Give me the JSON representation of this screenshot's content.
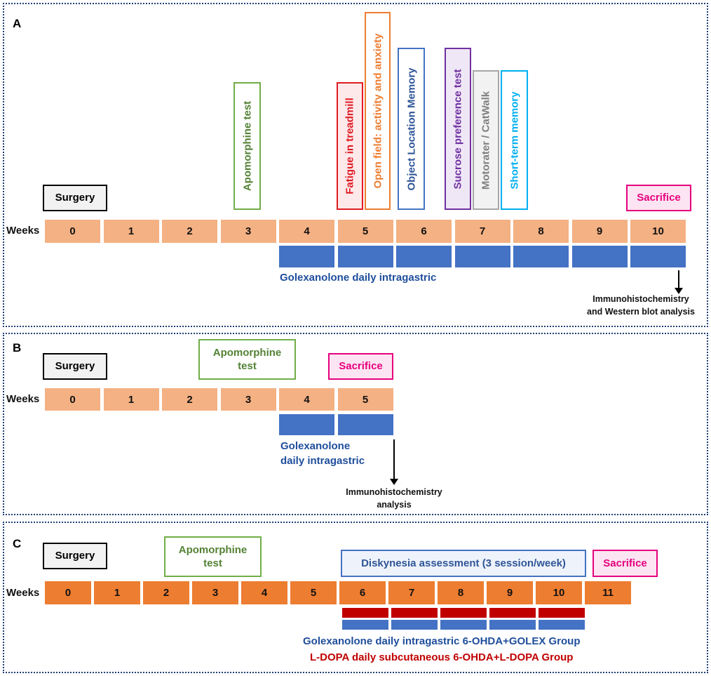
{
  "colors": {
    "week_light": "#f4b183",
    "week_dark": "#ed7d31",
    "golex_blue": "#4472c4",
    "ldopa_red": "#c00000",
    "panel_border": "#1f3f75"
  },
  "panel_a": {
    "letter": "A",
    "weeks_label": "Weeks",
    "weeks": [
      "0",
      "1",
      "2",
      "3",
      "4",
      "5",
      "6",
      "7",
      "8",
      "9",
      "10"
    ],
    "surgery": "Surgery",
    "apomorphine": "Apomorphine test",
    "fatigue": "Fatigue in treadmill",
    "open_field": "Open field: activity and anxiety",
    "object_location": "Object Location Memory",
    "sucrose": "Sucrose preference test",
    "motorater": "Motorater / CatWalk",
    "short_term": "Short-term memory",
    "sacrifice": "Sacrifice",
    "golex": "Golexanolone daily intragastric",
    "analysis_line1": "Immunohistochemistry",
    "analysis_line2": "and Western blot analysis"
  },
  "panel_b": {
    "letter": "B",
    "weeks_label": "Weeks",
    "weeks": [
      "0",
      "1",
      "2",
      "3",
      "4",
      "5"
    ],
    "surgery": "Surgery",
    "apomorphine_line1": "Apomorphine",
    "apomorphine_line2": "test",
    "sacrifice": "Sacrifice",
    "golex_line1": "Golexanolone",
    "golex_line2": "daily intragastric",
    "analysis_line1": "Immunohistochemistry",
    "analysis_line2": "analysis"
  },
  "panel_c": {
    "letter": "C",
    "weeks_label": "Weeks",
    "weeks": [
      "0",
      "1",
      "2",
      "3",
      "4",
      "5",
      "6",
      "7",
      "8",
      "9",
      "10",
      "11"
    ],
    "surgery": "Surgery",
    "apomorphine_line1": "Apomorphine",
    "apomorphine_line2": "test",
    "diskynesia": "Diskynesia assessment (3 session/week)",
    "sacrifice": "Sacrifice",
    "golex": "Golexanolone daily intragastric 6-OHDA+GOLEX Group",
    "ldopa": "L-DOPA daily subcutaneous 6-OHDA+L-DOPA Group"
  }
}
